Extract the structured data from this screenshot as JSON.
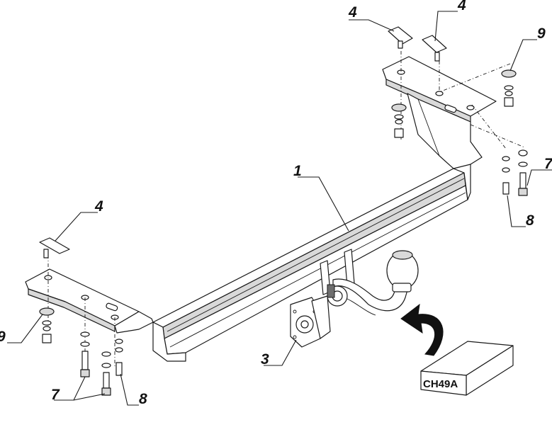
{
  "callouts": {
    "part_1": "1",
    "part_3": "3",
    "part_4_top_left": "4",
    "part_4_top_right": "4",
    "part_4_left": "4",
    "part_9_right": "9",
    "part_9_left": "9",
    "part_7_right": "7",
    "part_7_left": "7",
    "part_8_right": "8",
    "part_8_left": "8"
  },
  "electrical_kit": {
    "label": "CH49A"
  }
}
